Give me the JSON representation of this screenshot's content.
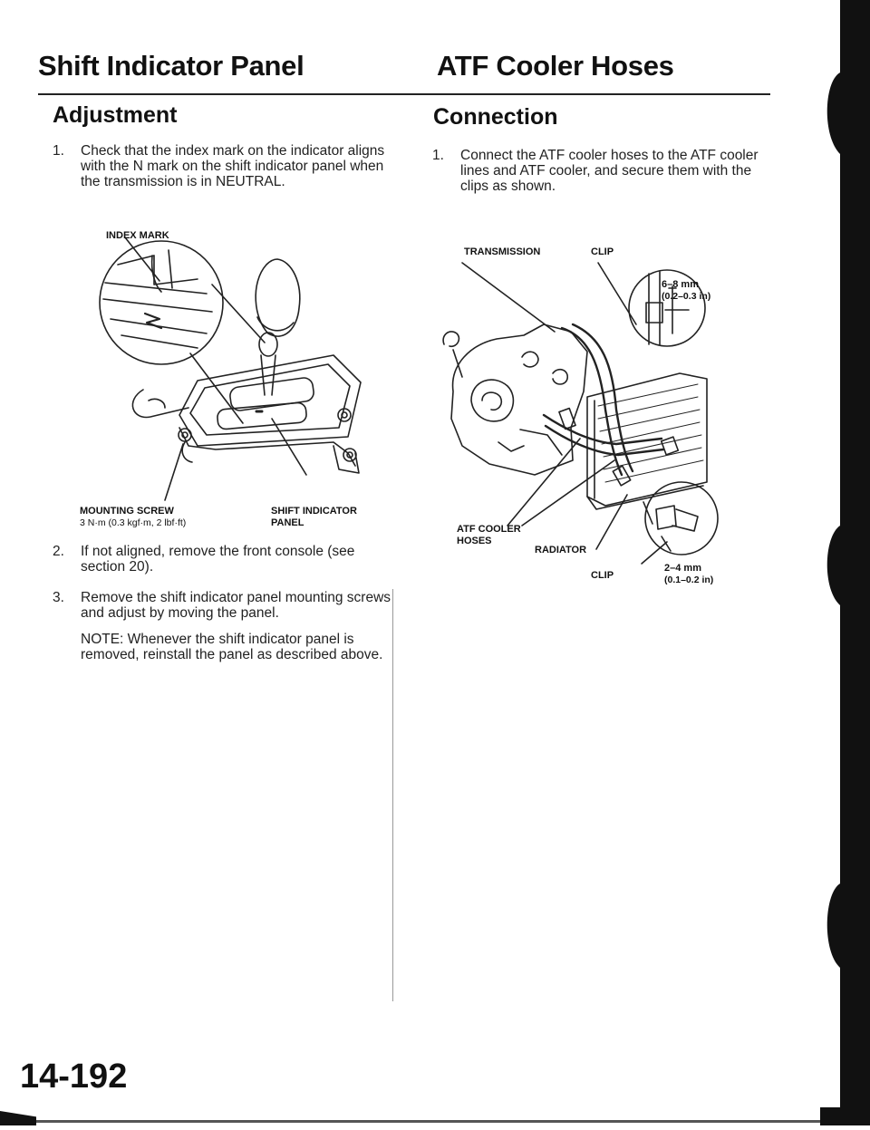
{
  "header": {
    "left_title": "Shift Indicator Panel",
    "right_title": "ATF Cooler Hoses"
  },
  "left": {
    "section_title": "Adjustment",
    "steps": [
      {
        "num": "1.",
        "text": "Check that the index mark on the indicator aligns with the N mark on the shift indicator panel when the transmission is in NEUTRAL."
      },
      {
        "num": "2.",
        "text": "If not aligned, remove the front console (see section 20)."
      },
      {
        "num": "3.",
        "text": "Remove the shift indicator panel mounting screws and adjust by moving the panel."
      }
    ],
    "note": "NOTE: Whenever the shift indicator panel is removed, reinstall the panel as described above.",
    "figure": {
      "index_mark": "INDEX MARK",
      "mounting_screw": "MOUNTING SCREW",
      "torque": "3 N·m (0.3 kgf·m, 2 lbf·ft)",
      "panel_line1": "SHIFT INDICATOR",
      "panel_line2": "PANEL"
    }
  },
  "right": {
    "section_title": "Connection",
    "steps": [
      {
        "num": "1.",
        "text": "Connect the ATF cooler hoses to the ATF cooler lines and ATF cooler, and secure them with the clips as shown."
      }
    ],
    "figure": {
      "transmission": "TRANSMISSION",
      "clip_top": "CLIP",
      "dim_top_mm": "6–8 mm",
      "dim_top_in": "(0.2–0.3 in)",
      "atf_hoses_line1": "ATF COOLER",
      "atf_hoses_line2": "HOSES",
      "radiator": "RADIATOR",
      "clip_bottom": "CLIP",
      "dim_bottom_mm": "2–4 mm",
      "dim_bottom_in": "(0.1–0.2 in)"
    }
  },
  "footer": {
    "page_number": "14-192"
  }
}
